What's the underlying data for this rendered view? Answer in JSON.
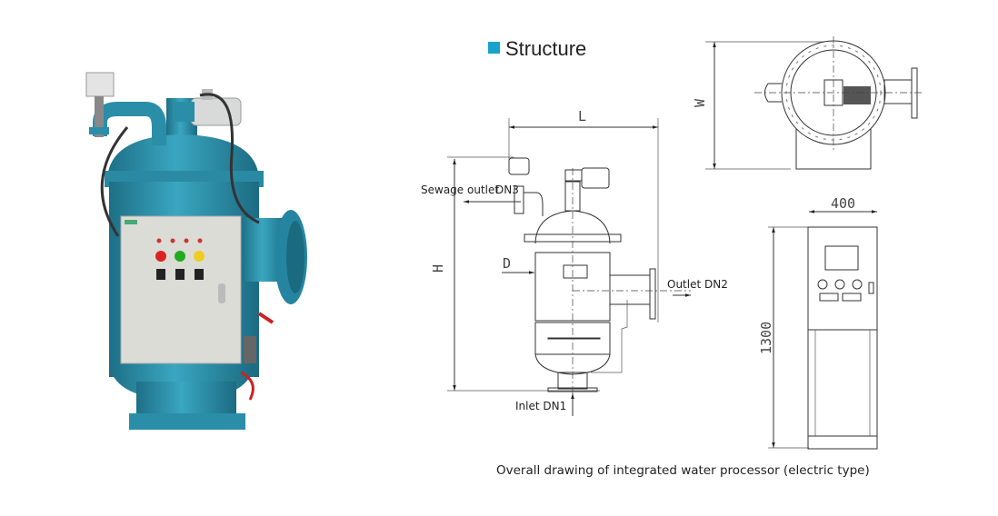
{
  "heading": {
    "text": "Structure",
    "marker_color": "#1aa3c8"
  },
  "front_view": {
    "sewage_outlet": "Sewage outlet",
    "dn3": "DN3",
    "outlet": "Outlet DN2",
    "inlet": "Inlet DN1",
    "dim_length": "L",
    "dim_height": "H",
    "dim_diameter": "D"
  },
  "top_view": {
    "dim_width": "W"
  },
  "control_cabinet": {
    "dim_width": "400",
    "dim_height": "1300"
  },
  "caption": "Overall drawing of integrated water processor (electric type)",
  "colors": {
    "vessel": "#2a8ea8",
    "cabinet": "#dcdcd6"
  }
}
